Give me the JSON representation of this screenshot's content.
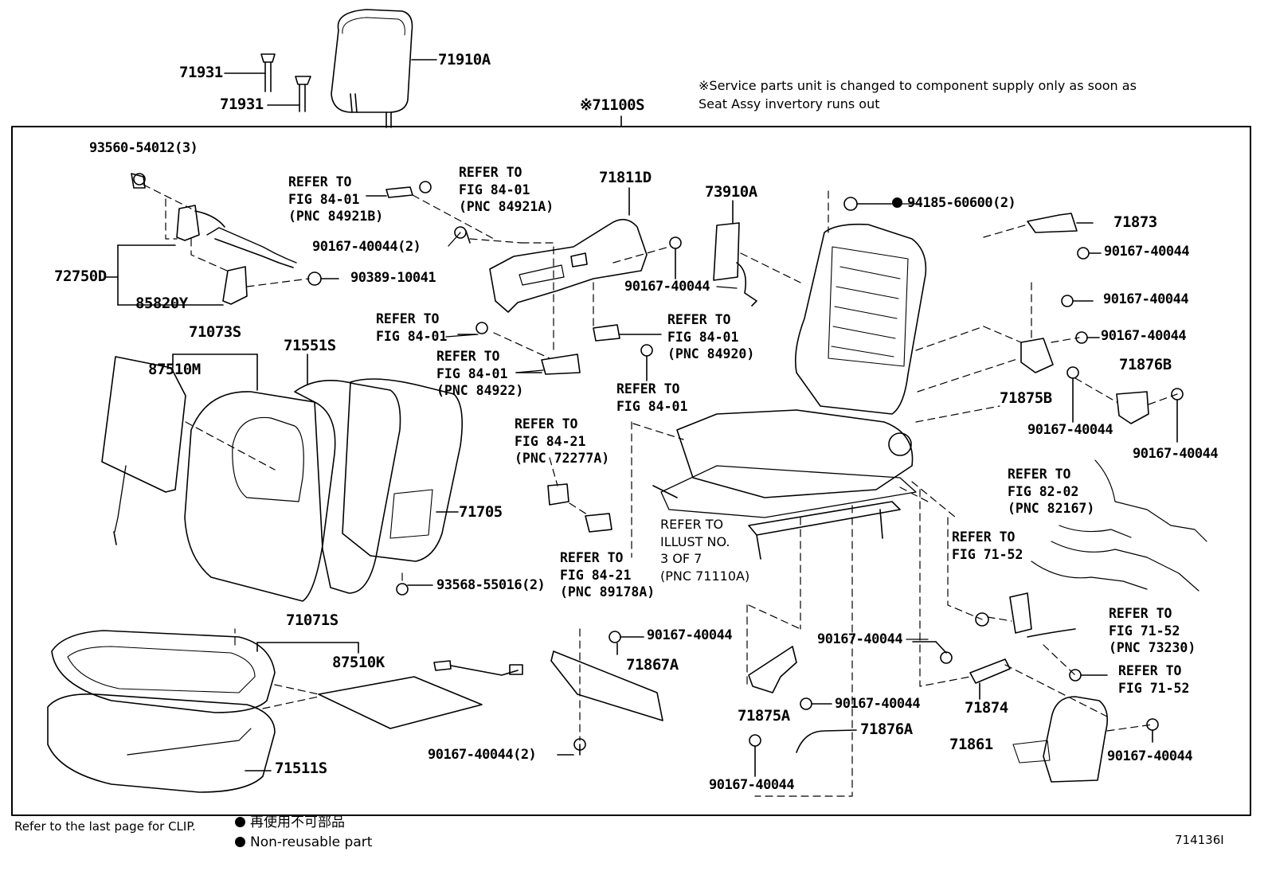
{
  "notice": {
    "text": "※Service parts unit is changed to component supply only as soon as\nSeat Assy invertory runs out"
  },
  "assembly_label": "※71100S",
  "parts": {
    "p71931a": "71931",
    "p71931b": "71931",
    "p71910A": "71910A",
    "p93560": "93560-54012(3)",
    "p72750D": "72750D",
    "p85820Y": "85820Y",
    "p90389": "90389-10041",
    "p90167_2a": "90167-40044(2)",
    "p71811D": "71811D",
    "p73910A": "73910A",
    "p94185": "94185-60600(2)",
    "p71873": "71873",
    "p90167_r1": "90167-40044",
    "p90167_r2": "90167-40044",
    "p90167_r3": "90167-40044",
    "p71876B": "71876B",
    "p71875B": "71875B",
    "p90167_r4": "90167-40044",
    "p90167_r5": "90167-40044",
    "p90167_c1": "90167-40044",
    "p71073S": "71073S",
    "p87510M": "87510M",
    "p71551S": "71551S",
    "p71705": "71705",
    "p93568": "93568-55016(2)",
    "p71071S": "71071S",
    "p87510K": "87510K",
    "p71511S": "71511S",
    "p90167_c2": "90167-40044",
    "p71867A": "71867A",
    "p90167_2b": "90167-40044(2)",
    "p90167_m1": "90167-40044",
    "p90167_m2": "90167-40044",
    "p71875A": "71875A",
    "p71876A": "71876A",
    "p90167_m3": "90167-40044",
    "p71874": "71874",
    "p71861": "71861",
    "p90167_r6": "90167-40044"
  },
  "refs": {
    "r84921B": "REFER TO\nFIG 84-01\n(PNC 84921B)",
    "r84921A": "REFER TO\nFIG 84-01\n(PNC 84921A)",
    "r8401a": "REFER TO\nFIG 84-01",
    "r84922": "REFER TO\nFIG 84-01\n(PNC 84922)",
    "r84920": "REFER TO\nFIG 84-01\n(PNC 84920)",
    "r8401b": "REFER TO\nFIG 84-01",
    "r72277A": "REFER TO\nFIG 84-21\n(PNC 72277A)",
    "r89178A": "REFER TO\nFIG 84-21\n(PNC 89178A)",
    "r71110A": "REFER TO\nILLUST NO.\n3 OF 7\n(PNC 71110A)",
    "r82167": "REFER TO\nFIG 82-02\n(PNC 82167)",
    "r7152a": "REFER TO\nFIG 71-52",
    "r73230": "REFER TO\nFIG 71-52\n(PNC 73230)",
    "r7152b": "REFER TO\nFIG 71-52"
  },
  "footer": {
    "clip_note": "Refer to the last page for CLIP.",
    "legend_jp": "再使用不可部品",
    "legend_en": "Non-reusable part",
    "figure_code": "714136I"
  },
  "icons": {
    "non_reusable": "filled-circle-icon"
  }
}
